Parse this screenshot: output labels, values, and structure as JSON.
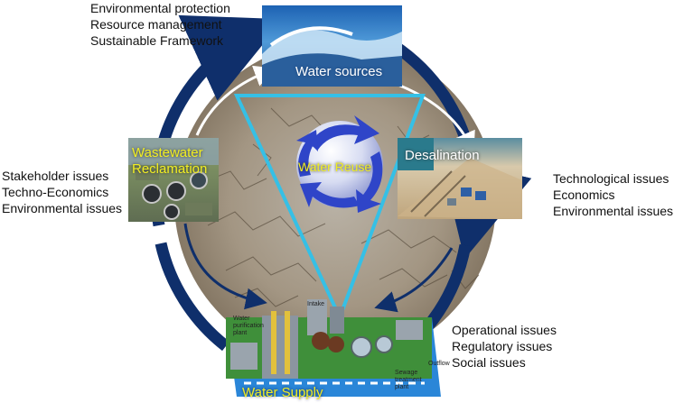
{
  "nodes": {
    "water_sources": "Water sources",
    "wastewater_reclamation": [
      "Wastewater",
      "Reclamation"
    ],
    "desalination": "Desalination",
    "water_reuse": "Water Reuse",
    "water_supply": "Water Supply"
  },
  "issues": {
    "water_sources": [
      "Environmental protection",
      "Resource management",
      "Sustainable Framework"
    ],
    "wastewater_reclamation": [
      "Stakeholder issues",
      "Techno-Economics",
      "Environmental issues"
    ],
    "desalination": [
      "Technological issues",
      "Economics",
      "Environmental issues"
    ],
    "water_supply": [
      "Operational issues",
      "Regulatory issues",
      "Social issues"
    ]
  },
  "plant_labels": {
    "purification": [
      "Water",
      "purification",
      "plant"
    ],
    "intake": "Intake",
    "sewage": [
      "Sewage",
      "treatment",
      "plant"
    ],
    "outflow": "Outflow"
  },
  "colors": {
    "cycle_ring": "#0f2f6b",
    "triangle": "#35c0e6",
    "label_yellow": "#f1ee22",
    "reuse_arrows": "#2f45c8"
  }
}
